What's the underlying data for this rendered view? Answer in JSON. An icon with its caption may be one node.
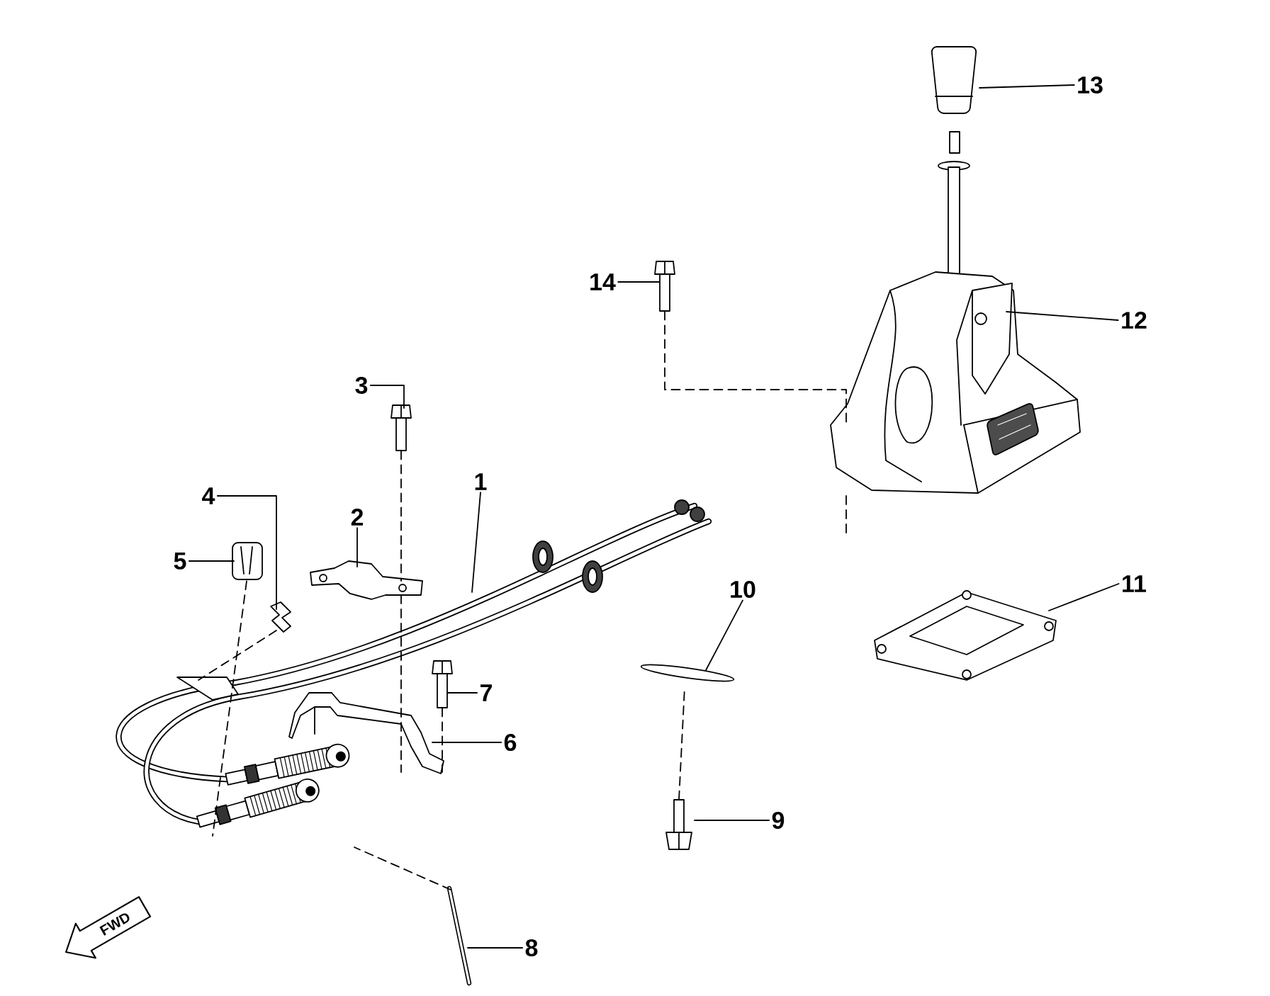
{
  "diagram": {
    "nodes": [
      {
        "text": [],
        "shape": "picture"
      },
      {
        "text": [
          "1"
        ]
      },
      {
        "text": [
          "2"
        ],
        "in": 0
      },
      {
        "text": [
          "3"
        ]
      },
      {
        "text": [
          "4"
        ]
      },
      {
        "text": [
          "5"
        ],
        "in": 0
      },
      {
        "text": [
          "6"
        ],
        "in": 0
      },
      {
        "text": [
          "7"
        ],
        "in": 0
      },
      {
        "text": [
          "8"
        ]
      },
      {
        "text": [
          "9"
        ]
      },
      {
        "text": [
          "10"
        ]
      },
      {
        "text": [
          "11"
        ]
      },
      {
        "text": [
          "12"
        ]
      },
      {
        "text": [
          "13"
        ]
      },
      {
        "text": [
          "14"
        ]
      },
      {
        "text": [],
        "shape": "picture",
        "in": 0
      },
      {
        "text": [],
        "shape": "picture"
      },
      {
        "text": [],
        "shape": "picture",
        "in": 0
      },
      {
        "text": [],
        "shape": "picture",
        "in": 0
      },
      {
        "text": [],
        "shape": "picture",
        "in": 0
      },
      {
        "text": [],
        "shape": "picture",
        "in": 0
      },
      {
        "text": [],
        "shape": "picture"
      },
      {
        "text": [],
        "shape": "picture",
        "in": 0
      },
      {
        "text": [],
        "shape": "picture"
      },
      {
        "text": [],
        "shape": "picture"
      },
      {
        "text": [],
        "shape": "picture"
      },
      {
        "text": [],
        "shape": "picture"
      },
      {
        "text": [],
        "shape": "picture"
      }
    ],
    "edges": [
      {
        "from": 1,
        "to": 0,
        "arrow": "none"
      },
      {
        "from": 2,
        "to": 15,
        "arrow": "none"
      },
      {
        "from": 3,
        "to": 16,
        "arrow": "none"
      },
      {
        "from": 4,
        "to": 17,
        "arrow": "none"
      },
      {
        "from": 5,
        "to": 18,
        "arrow": "none"
      },
      {
        "from": 6,
        "to": 19,
        "arrow": "none"
      },
      {
        "from": 7,
        "to": 20,
        "arrow": "none"
      },
      {
        "from": 8,
        "to": 21,
        "arrow": "none"
      },
      {
        "from": 9,
        "to": 22,
        "arrow": "none"
      },
      {
        "from": 10,
        "to": 23,
        "arrow": "none"
      },
      {
        "from": 11,
        "to": 24,
        "arrow": "none"
      },
      {
        "from": 12,
        "to": 25,
        "arrow": "none"
      },
      {
        "from": 13,
        "to": 26,
        "arrow": "none"
      },
      {
        "from": 14,
        "to": 27,
        "arrow": "none"
      },
      {
        "from": 16,
        "to": 15,
        "arrow": "none",
        "style": "dashed"
      },
      {
        "from": 15,
        "to": 19,
        "arrow": "none",
        "style": "dashed"
      },
      {
        "from": 20,
        "to": 19,
        "arrow": "none",
        "style": "dashed"
      },
      {
        "from": 18,
        "to": 0,
        "arrow": "none",
        "style": "dashed"
      },
      {
        "from": 17,
        "to": 0,
        "arrow": "none",
        "style": "dashed"
      },
      {
        "from": 21,
        "to": 0,
        "arrow": "none",
        "style": "dashed"
      },
      {
        "from": 22,
        "to": 23,
        "arrow": "none",
        "style": "dashed"
      },
      {
        "from": 27,
        "to": 25,
        "arrow": "none",
        "style": "dashed"
      }
    ],
    "labels": [
      "FWD"
    ]
  }
}
